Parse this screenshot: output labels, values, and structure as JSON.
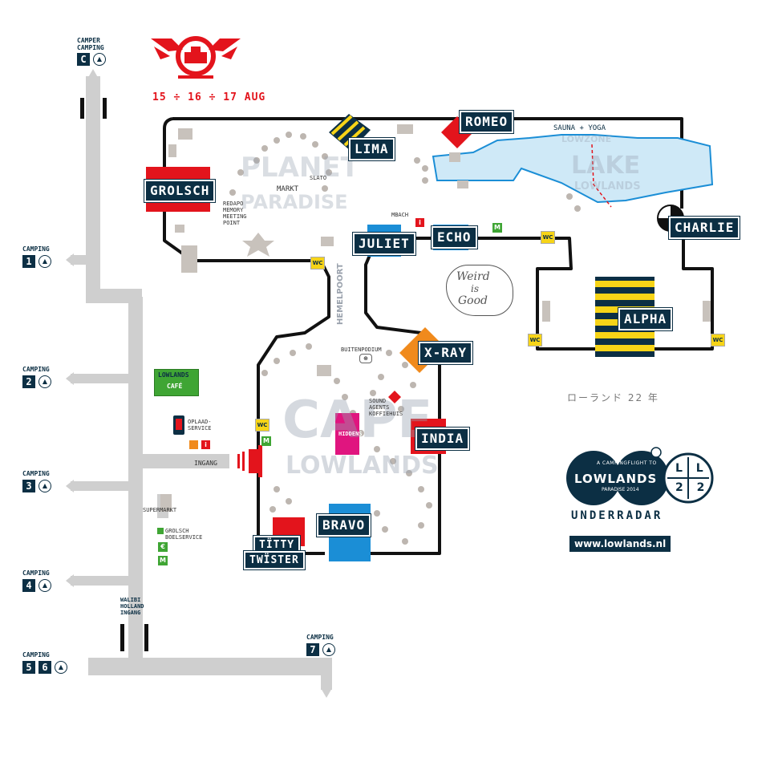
{
  "header": {
    "dates": "15 ÷ 16 ÷ 17 AUG"
  },
  "areas": {
    "planet": "PLANET",
    "paradise": "PARADISE",
    "lake": "LAKE",
    "lake_sub": "LOWLANDS",
    "lowzone": "LOWZONE",
    "cape": "CAPE",
    "cape_sub": "LOWLANDS",
    "hemelpoort": "HEMELPOORT"
  },
  "stages": {
    "grolsch": "GROLSCH",
    "lima": "LIMA",
    "romeo": "ROMEO",
    "juliet": "JULIET",
    "echo": "ECHO",
    "charlie": "CHARLIE",
    "alpha": "ALPHA",
    "xray": "X-RAY",
    "india": "INDIA",
    "bravo": "BRAVO",
    "titty1": "TÏTTY",
    "titty2": "TWÏSTER"
  },
  "places": {
    "sauna": "SAUNA + YOGA",
    "slato": "SLATO",
    "markt": "MARKT",
    "memory": "REDAPO\nMEMORY\nMEETING\nPOINT",
    "mbach": "MBACH",
    "weird1": "Weird",
    "weird2": "is",
    "weird3": "Good",
    "buitenpodium": "BUITENPODIUM",
    "sound": "SOUND\nAGENTS\nKOFFIEHUIS",
    "hiddens": "HIDDENS",
    "lowlands_cafe1": "LOWLANDS",
    "lowlands_cafe2": "CAFÉ",
    "oplaad": "OPLAAD-\nSERVICE",
    "ingang": "INGANG",
    "supermarkt": "SUPERMARKT",
    "grolsch_service": "GROLSCH\nBOELSERVICE",
    "walibi": "WALIBI\nHOLLAND\nINGANG",
    "japanese": "ローランド 22 年"
  },
  "campings": [
    {
      "title": "CAMPER\nCAMPING",
      "num": "C"
    },
    {
      "title": "CAMPING",
      "num": "1"
    },
    {
      "title": "CAMPING",
      "num": "2"
    },
    {
      "title": "CAMPING",
      "num": "3"
    },
    {
      "title": "CAMPING",
      "num": "4"
    },
    {
      "title": "CAMPING",
      "num": "5"
    },
    {
      "title": "CAMPING",
      "num": "6"
    },
    {
      "title": "CAMPING",
      "num": "7"
    }
  ],
  "facilities": {
    "wc": "WC",
    "metro": "M",
    "info": "i",
    "euro": "€"
  },
  "branding": {
    "tagline": "A CAMPINGFLIGHT TO",
    "brand": "LOWLANDS",
    "sub": "PARADISE 2014",
    "underradar": "UNDERRADAR",
    "url": "www.lowlands.nl",
    "ll1": "L L",
    "ll2": "2 2"
  },
  "colors": {
    "navy": "#0c2f44",
    "red": "#e3141c",
    "yellow": "#f7d417",
    "blue": "#1b8ed6",
    "orange": "#f08a1c",
    "magenta": "#e0157f",
    "green": "#3fa534",
    "lake": "#cfe9f7"
  }
}
